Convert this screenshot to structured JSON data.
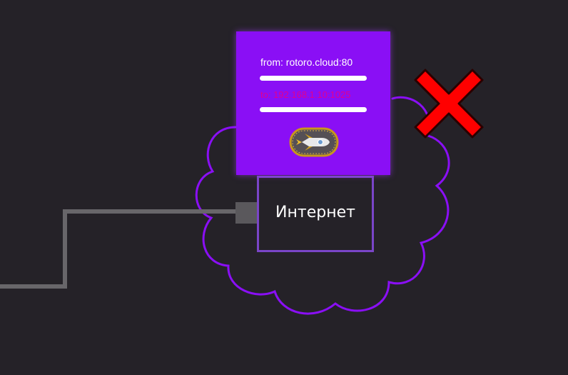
{
  "diagram": {
    "packet": {
      "from_text": "from: rotoro.cloud:80",
      "to_text": "to: 192.168.1.10:1025"
    },
    "node": {
      "label": "Интернет"
    },
    "icons": {
      "reject": "red-x-icon",
      "badge": "rocket-badge-icon"
    },
    "colors": {
      "background": "#252228",
      "packet": "#8a0ff5",
      "cloud_outline": "#8a0ff5",
      "box_border": "#7a45c8",
      "cable": "#68666a",
      "reject": "#ff0000",
      "to_text": "#e00090"
    }
  }
}
